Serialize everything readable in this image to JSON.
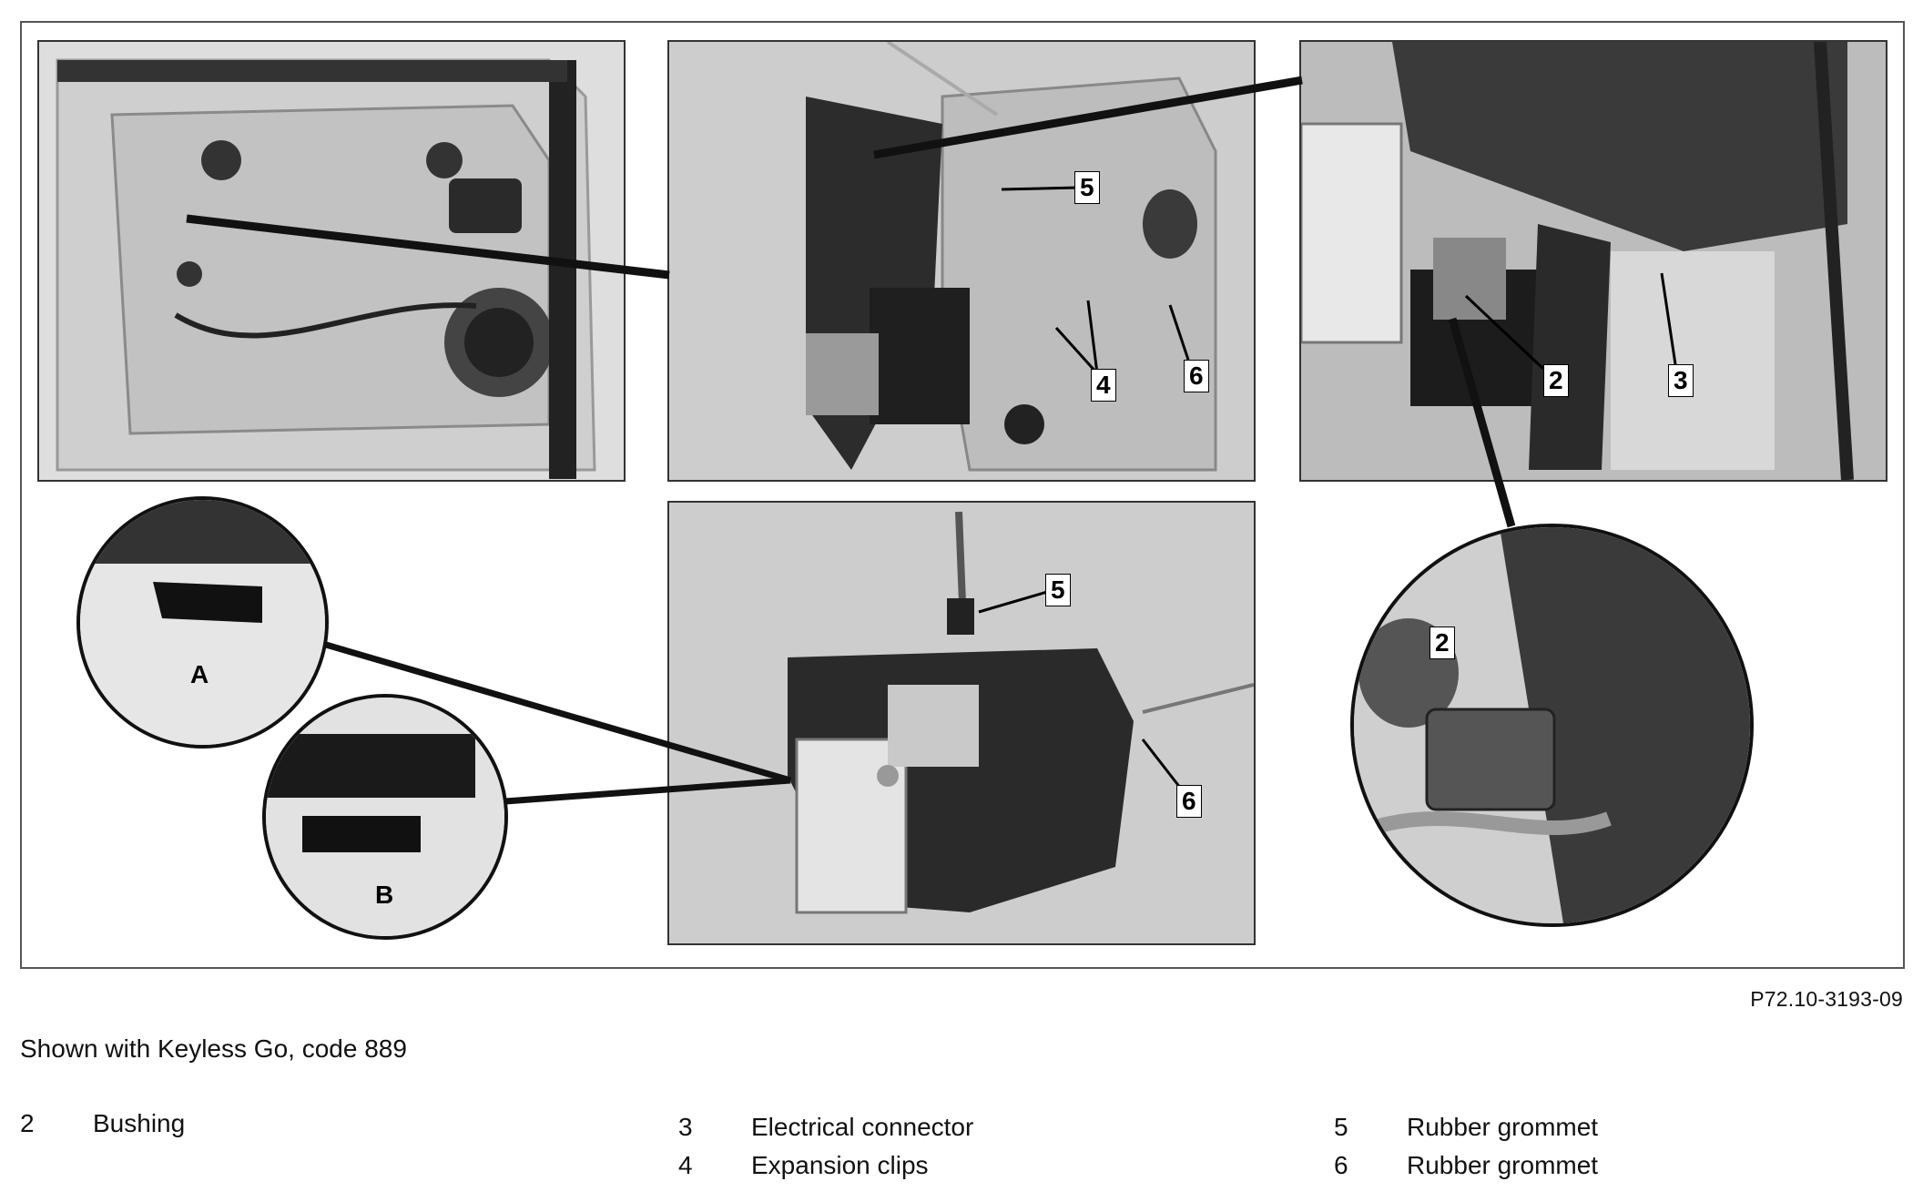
{
  "figure": {
    "id": "P72.10-3193-09",
    "caption": "Shown with Keyless Go, code 889",
    "callouts": {
      "top_middle": [
        "5",
        "4",
        "6"
      ],
      "top_right": [
        "2",
        "3"
      ],
      "bottom_middle": [
        "5",
        "6"
      ],
      "detail_right": [
        "2"
      ],
      "detail_left": [
        "A",
        "B"
      ]
    }
  },
  "legend": [
    {
      "num": "2",
      "label": "Bushing"
    },
    {
      "num": "3",
      "label": "Electrical connector"
    },
    {
      "num": "4",
      "label": "Expansion clips"
    },
    {
      "num": "5",
      "label": "Rubber grommet"
    },
    {
      "num": "6",
      "label": "Rubber grommet"
    }
  ]
}
